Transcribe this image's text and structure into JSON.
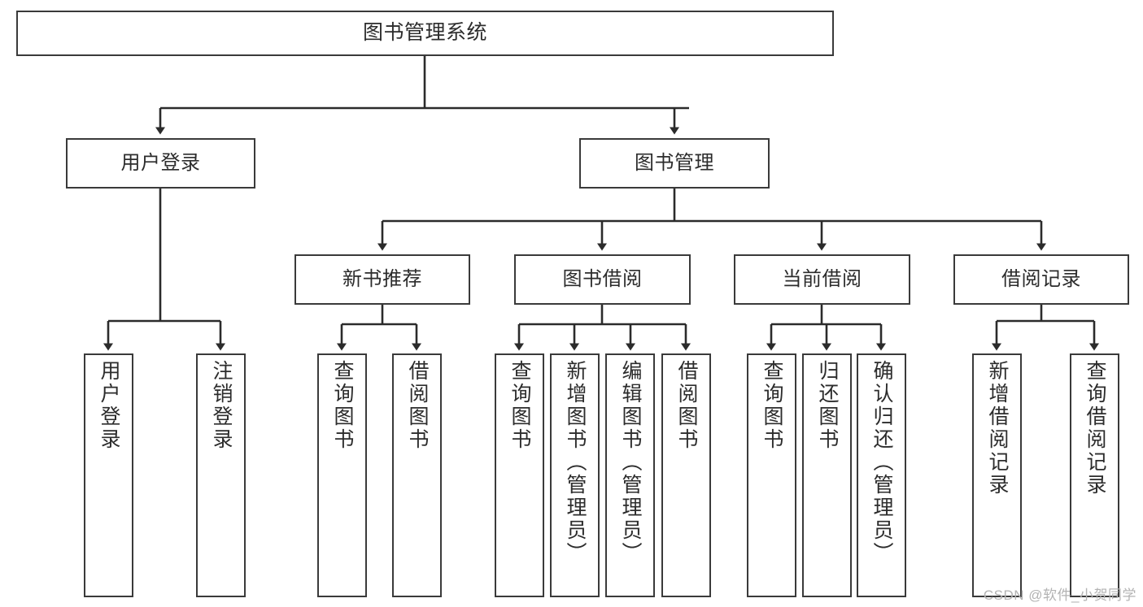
{
  "diagram": {
    "title": "图书管理系统",
    "type": "tree",
    "watermark": "CSDN @软件_小贺同学",
    "colors": {
      "box_border": "#3a3a3a",
      "box_fill": "#ffffff",
      "text": "#2c2c2c",
      "edge": "#2b2b2b",
      "watermark": "#b3b3b3",
      "background": "#ffffff"
    },
    "nodes": {
      "root": {
        "label": "图书管理系统"
      },
      "level2": [
        {
          "id": "user-login",
          "label": "用户登录"
        },
        {
          "id": "book-manage",
          "label": "图书管理"
        }
      ],
      "level3": [
        {
          "id": "new-book-recommend",
          "label": "新书推荐"
        },
        {
          "id": "book-borrow",
          "label": "图书借阅"
        },
        {
          "id": "current-borrow",
          "label": "当前借阅"
        },
        {
          "id": "borrow-record",
          "label": "借阅记录"
        }
      ],
      "leaves": {
        "user-login": [
          {
            "id": "leaf-user-login",
            "label": "用户登录"
          },
          {
            "id": "leaf-logout-login",
            "label": "注销登录"
          }
        ],
        "new-book-recommend": [
          {
            "id": "leaf-query-book-1",
            "label": "查询图书"
          },
          {
            "id": "leaf-borrow-book-1",
            "label": "借阅图书"
          }
        ],
        "book-borrow": [
          {
            "id": "leaf-query-book-2",
            "label": "查询图书"
          },
          {
            "id": "leaf-add-book",
            "label": "新增图书（管理员）"
          },
          {
            "id": "leaf-edit-book",
            "label": "编辑图书（管理员）"
          },
          {
            "id": "leaf-borrow-book-2",
            "label": "借阅图书"
          }
        ],
        "current-borrow": [
          {
            "id": "leaf-query-book-3",
            "label": "查询图书"
          },
          {
            "id": "leaf-return-book",
            "label": "归还图书"
          },
          {
            "id": "leaf-confirm-return",
            "label": "确认归还（管理员）"
          }
        ],
        "borrow-record": [
          {
            "id": "leaf-add-record",
            "label": "新增借阅记录"
          },
          {
            "id": "leaf-query-record",
            "label": "查询借阅记录"
          }
        ]
      }
    }
  }
}
